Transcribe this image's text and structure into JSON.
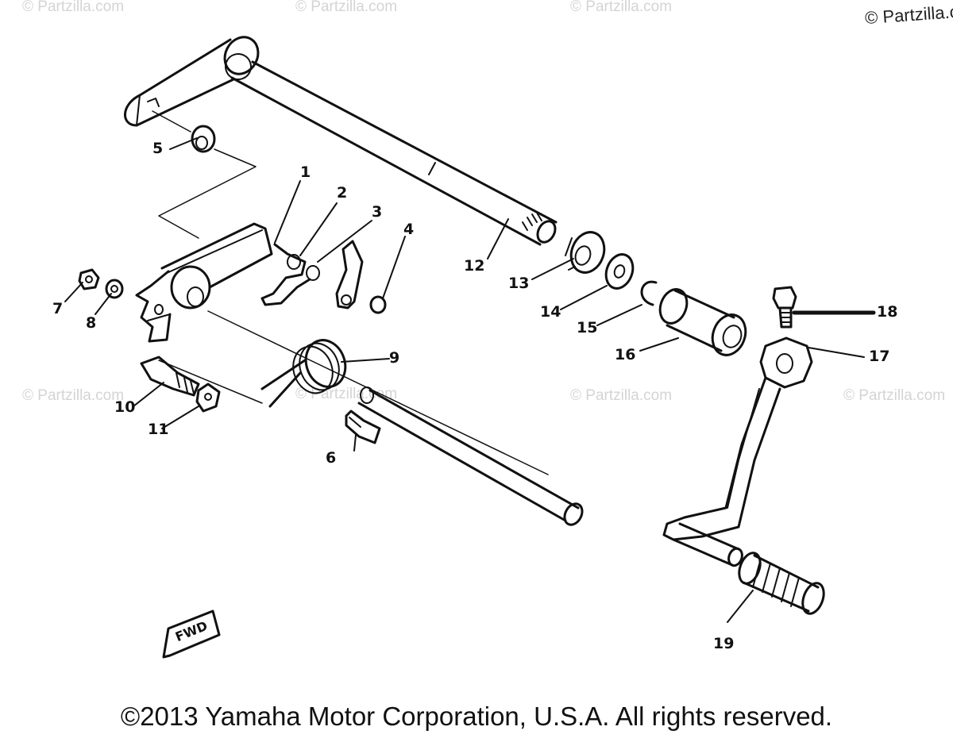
{
  "watermarks": {
    "text": "© Partzilla.com",
    "corner_text": "© Partzilla.c"
  },
  "callouts": [
    "1",
    "2",
    "3",
    "4",
    "5",
    "6",
    "7",
    "8",
    "9",
    "10",
    "11",
    "12",
    "13",
    "14",
    "15",
    "16",
    "17",
    "18",
    "19"
  ],
  "fwd_label": "FWD",
  "footer": "©2013 Yamaha Motor Corporation, U.S.A. All rights reserved.",
  "colors": {
    "line": "#111111",
    "watermark": "#d4d4d4",
    "background": "#ffffff"
  }
}
